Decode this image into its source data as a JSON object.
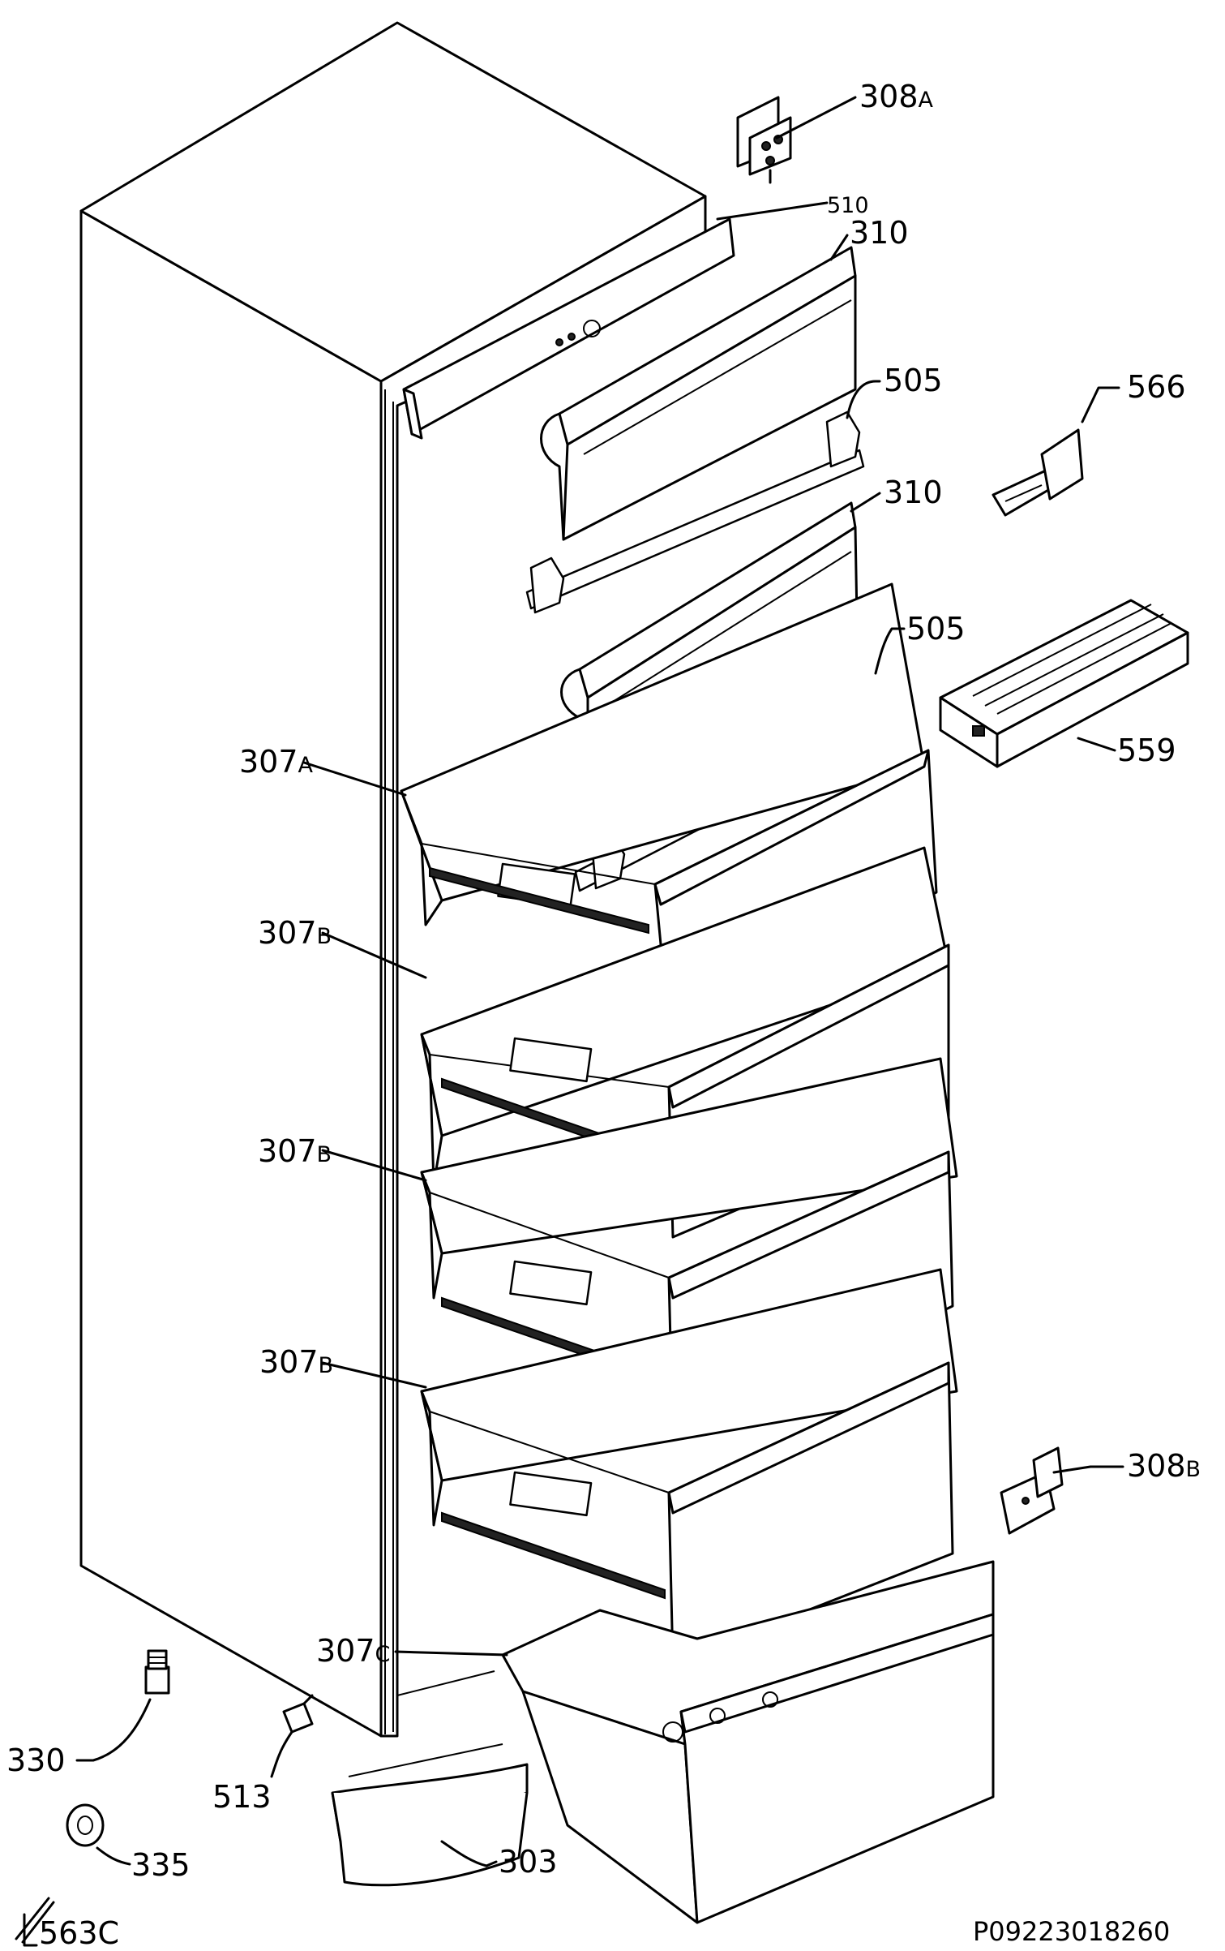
{
  "diagram": {
    "drawing_code": "P09223018260",
    "labels": [
      {
        "id": "308A",
        "main": "308",
        "suffix": "A"
      },
      {
        "id": "510",
        "main": "510",
        "suffix": ""
      },
      {
        "id": "310-top",
        "main": "310",
        "suffix": ""
      },
      {
        "id": "505-top",
        "main": "505",
        "suffix": ""
      },
      {
        "id": "566",
        "main": "566",
        "suffix": ""
      },
      {
        "id": "310-mid",
        "main": "310",
        "suffix": ""
      },
      {
        "id": "505-mid",
        "main": "505",
        "suffix": ""
      },
      {
        "id": "559",
        "main": "559",
        "suffix": ""
      },
      {
        "id": "307A",
        "main": "307",
        "suffix": "A"
      },
      {
        "id": "307B-1",
        "main": "307",
        "suffix": "B"
      },
      {
        "id": "307B-2",
        "main": "307",
        "suffix": "B"
      },
      {
        "id": "307B-3",
        "main": "307",
        "suffix": "B"
      },
      {
        "id": "308B",
        "main": "308",
        "suffix": "B"
      },
      {
        "id": "307C",
        "main": "307",
        "suffix": "C"
      },
      {
        "id": "330",
        "main": "330",
        "suffix": ""
      },
      {
        "id": "513",
        "main": "513",
        "suffix": ""
      },
      {
        "id": "335",
        "main": "335",
        "suffix": ""
      },
      {
        "id": "303",
        "main": "303",
        "suffix": ""
      },
      {
        "id": "563C",
        "main": "563C",
        "suffix": ""
      }
    ]
  }
}
